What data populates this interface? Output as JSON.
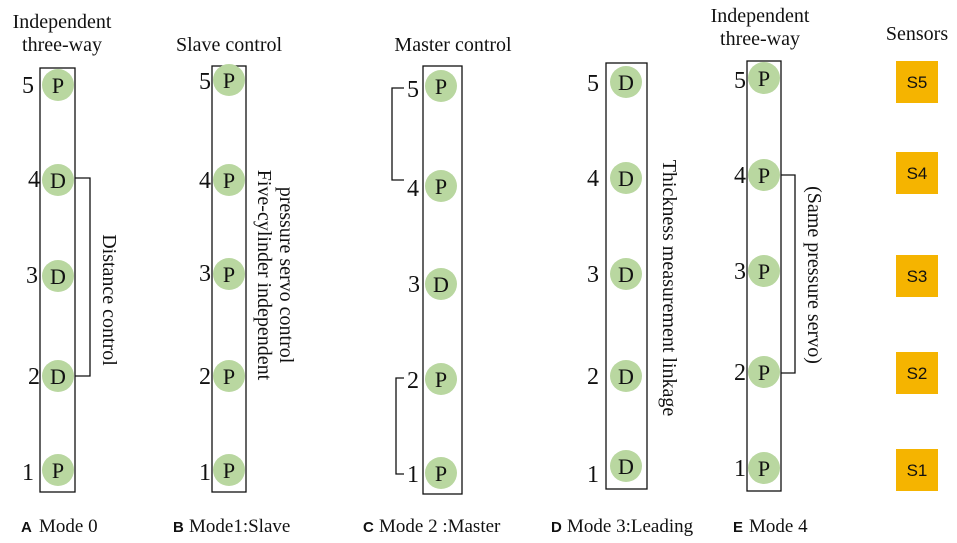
{
  "panels": [
    {
      "title_lines": [
        "Independent",
        "three-way"
      ],
      "letter": "A",
      "caption": "Mode 0",
      "nodes": [
        {
          "num": "5",
          "label": "P"
        },
        {
          "num": "4",
          "label": "D"
        },
        {
          "num": "3",
          "label": "D"
        },
        {
          "num": "2",
          "label": "D"
        },
        {
          "num": "1",
          "label": "P"
        }
      ],
      "side_text_lines": [
        "Distance control"
      ]
    },
    {
      "title_lines": [
        "Slave control"
      ],
      "letter": "B",
      "caption": "Mode1:Slave",
      "nodes": [
        {
          "num": "5",
          "label": "P"
        },
        {
          "num": "4",
          "label": "P"
        },
        {
          "num": "3",
          "label": "P"
        },
        {
          "num": "2",
          "label": "P"
        },
        {
          "num": "1",
          "label": "P"
        }
      ],
      "side_text_lines": [
        "Five-cylinder independent",
        "pressure servo control"
      ]
    },
    {
      "title_lines": [
        "Master control"
      ],
      "letter": "C",
      "caption": "Mode 2 :Master",
      "nodes": [
        {
          "num": "5",
          "label": "P"
        },
        {
          "num": "4",
          "label": "P"
        },
        {
          "num": "3",
          "label": "D"
        },
        {
          "num": "2",
          "label": "P"
        },
        {
          "num": "1",
          "label": "P"
        }
      ],
      "side_text_lines": []
    },
    {
      "title_lines": [],
      "letter": "D",
      "caption": "Mode 3:Leading",
      "nodes": [
        {
          "num": "5",
          "label": "D"
        },
        {
          "num": "4",
          "label": "D"
        },
        {
          "num": "3",
          "label": "D"
        },
        {
          "num": "2",
          "label": "D"
        },
        {
          "num": "1",
          "label": "D"
        }
      ],
      "side_text_lines": [
        "Thickness measurement linkage"
      ]
    },
    {
      "title_lines": [
        "Independent",
        "three-way"
      ],
      "letter": "E",
      "caption": "Mode 4",
      "nodes": [
        {
          "num": "5",
          "label": "P"
        },
        {
          "num": "4",
          "label": "P"
        },
        {
          "num": "3",
          "label": "P"
        },
        {
          "num": "2",
          "label": "P"
        },
        {
          "num": "1",
          "label": "P"
        }
      ],
      "side_text_lines": [
        "(Same pressure servo)"
      ]
    }
  ],
  "sensors": {
    "title": "Sensors",
    "items": [
      "S5",
      "S4",
      "S3",
      "S2",
      "S1"
    ],
    "color": "#f5b400"
  },
  "colors": {
    "node_fill": "#b9d7a0",
    "line": "#111111"
  }
}
